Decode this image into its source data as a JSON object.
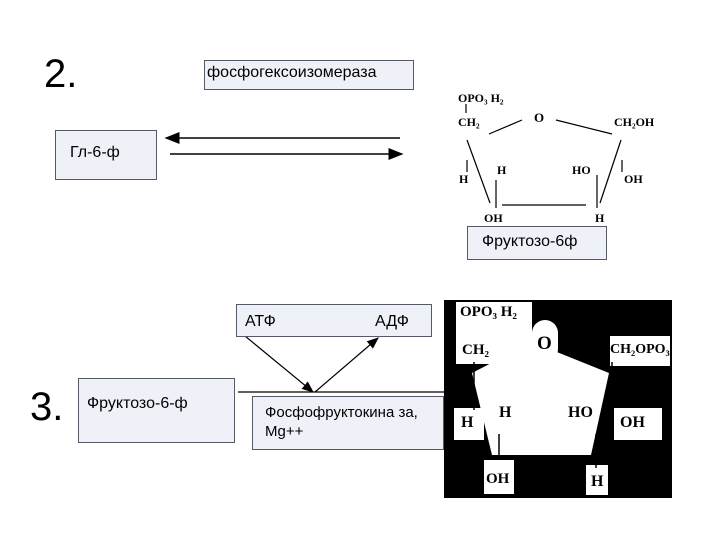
{
  "step2": {
    "number": "2.",
    "enzyme": "фосфогексоизомераза",
    "substrate": "Гл-6-ф",
    "product_label": "Фруктозо-6ф",
    "fructose_struct": {
      "c1_group": "OPO₃ H₂",
      "c1": "CH₂",
      "ring_o": "O",
      "c6": "CH₂OH",
      "c2_left": "H",
      "c3_h": "H",
      "c4_ho": "HO",
      "c5_right": "OH",
      "c3_oh": "OH",
      "c4_h": "H"
    }
  },
  "step3": {
    "number": "3.",
    "substrate": "Фруктозо-6-ф",
    "cofactor_in": "АТФ",
    "cofactor_out": "АДФ",
    "enzyme": "Фосфофруктокина за, Mg++",
    "fbp_struct": {
      "c1_group": "OPO₃ H₂",
      "c1": "CH₂",
      "ring_o": "O",
      "c6": "CH₂OPO₃",
      "c2_left": "H",
      "c3_h": "H",
      "c4_ho": "HO",
      "c5_right": "OH",
      "c3_oh": "OH",
      "c4_h": "H"
    }
  }
}
